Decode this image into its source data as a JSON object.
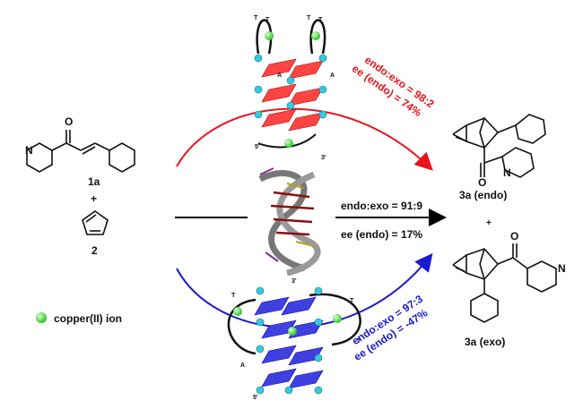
{
  "reactants": {
    "compound_1a_label": "1a",
    "plus": "+",
    "compound_2_label": "2",
    "atom_O": "O",
    "atom_N": "N"
  },
  "legend": {
    "copper_label": "copper(II) ion"
  },
  "top_path": {
    "line1": "endo:exo = 98:2",
    "line2": "ee (endo) = 74%",
    "strand_labels": [
      "T",
      "T",
      "T",
      "T",
      "A",
      "A",
      "5'",
      "3'"
    ]
  },
  "middle_path": {
    "line1": "endo:exo = 91:9",
    "line2": "ee (endo) = 17%"
  },
  "bottom_path": {
    "line1": "endo:exo = 97:3",
    "line2": "ee (endo) = -47%",
    "strand_labels": [
      "T",
      "T",
      "T",
      "A",
      "3'",
      "5'"
    ]
  },
  "products": {
    "endo_label": "3a (endo)",
    "plus": "+",
    "exo_label": "3a (exo)",
    "atom_O": "O",
    "atom_N": "N"
  },
  "colors": {
    "red": "#e8141b",
    "blue": "#1a1ad0",
    "green": "#39d22e",
    "cyan": "#3bc6e0"
  }
}
